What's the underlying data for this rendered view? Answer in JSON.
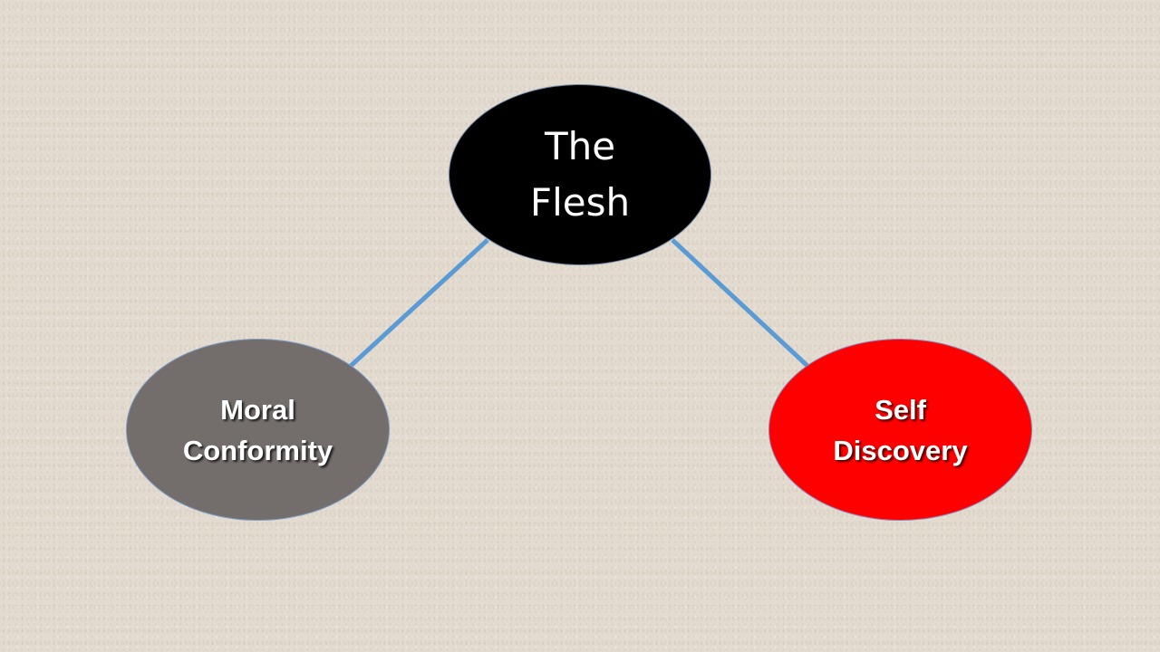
{
  "diagram": {
    "nodes": [
      {
        "id": "the-flesh",
        "lines": [
          "The",
          "Flesh"
        ],
        "fill": "#000000"
      },
      {
        "id": "moral-conformity",
        "lines": [
          "Moral",
          "Conformity"
        ],
        "fill": "#736e6c"
      },
      {
        "id": "self-discovery",
        "lines": [
          "Self",
          "Discovery"
        ],
        "fill": "#ff0000"
      }
    ],
    "edges": [
      {
        "from": "the-flesh",
        "to": "moral-conformity"
      },
      {
        "from": "the-flesh",
        "to": "self-discovery"
      }
    ],
    "connector_color": "#5b9bd5"
  }
}
